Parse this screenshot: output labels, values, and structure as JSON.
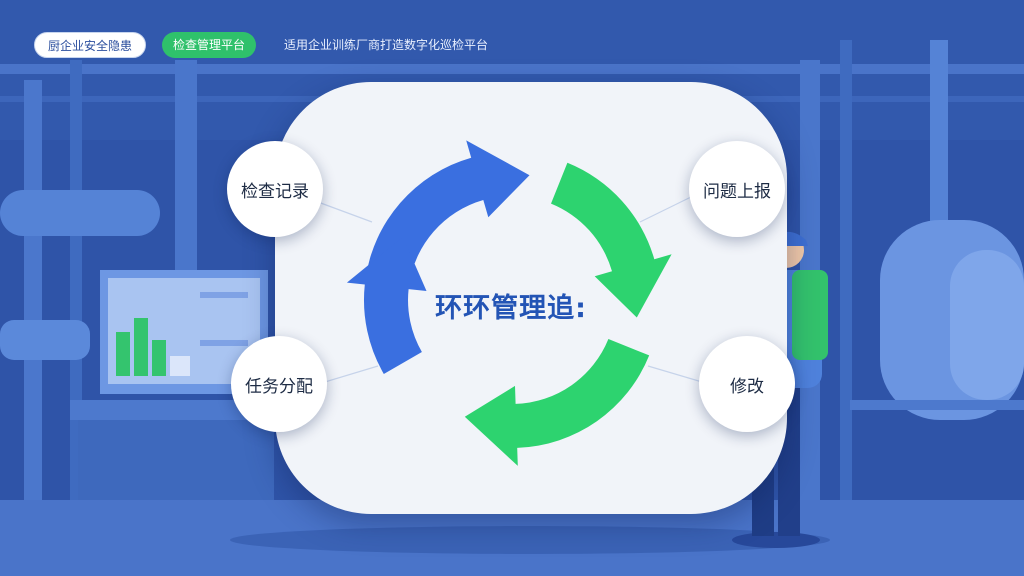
{
  "header": {
    "pill_primary": "厨企业安全隐患",
    "pill_secondary": "检查管理平台",
    "tagline": "适用企业训练厂商打造数字化巡检平台"
  },
  "diagram": {
    "center_title": "环环管理追:",
    "nodes": [
      {
        "label": "检查记录"
      },
      {
        "label": "问题上报"
      },
      {
        "label": "修改"
      },
      {
        "label": "任务分配"
      }
    ]
  },
  "colors": {
    "blue_arrow": "#3a6fe0",
    "green_arrow": "#2dd36f",
    "background": "#2f54a8",
    "card": "#f1f4f9"
  }
}
